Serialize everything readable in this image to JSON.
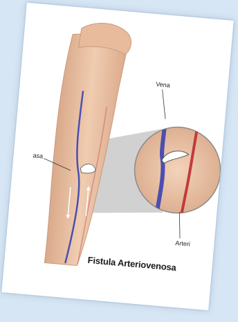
{
  "labels": {
    "vein": "Vena",
    "artery": "Arteri",
    "left_partial": "asa"
  },
  "title": "Fistula Arteriovenosa",
  "colors": {
    "background": "#d7e6f4",
    "skin": "#e9c3a4",
    "vein": "#4a4fb0",
    "artery": "#c33a3a"
  }
}
